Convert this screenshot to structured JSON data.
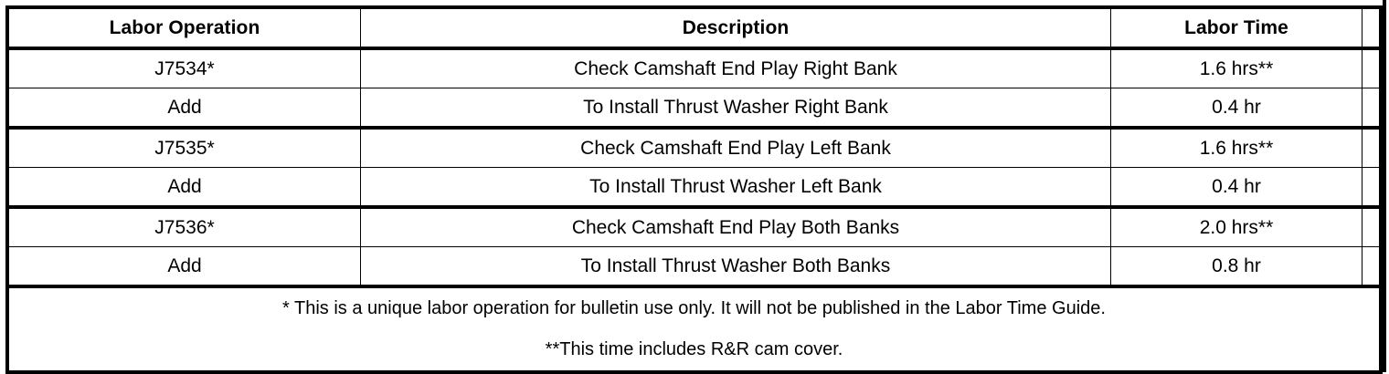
{
  "table": {
    "columns": [
      {
        "key": "operation",
        "label": "Labor Operation"
      },
      {
        "key": "description",
        "label": "Description"
      },
      {
        "key": "time",
        "label": "Labor Time"
      },
      {
        "key": "spacer",
        "label": ""
      }
    ],
    "rows": [
      {
        "operation": "J7534*",
        "description": "Check Camshaft End Play Right Bank",
        "time": "1.6 hrs**",
        "spacer": ""
      },
      {
        "operation": "Add",
        "description": "To Install Thrust Washer Right Bank",
        "time": "0.4 hr",
        "spacer": ""
      },
      {
        "operation": "J7535*",
        "description": "Check Camshaft End Play Left Bank",
        "time": "1.6 hrs**",
        "spacer": ""
      },
      {
        "operation": "Add",
        "description": "To Install Thrust Washer Left Bank",
        "time": "0.4 hr",
        "spacer": ""
      },
      {
        "operation": "J7536*",
        "description": "Check Camshaft End Play Both Banks",
        "time": "2.0 hrs**",
        "spacer": ""
      },
      {
        "operation": "Add",
        "description": "To Install Thrust Washer Both Banks",
        "time": "0.8 hr",
        "spacer": ""
      }
    ],
    "footnotes": [
      "* This is a unique labor operation for bulletin use only. It will not be published in the Labor Time Guide.",
      "**This time includes R&R cam cover."
    ]
  },
  "colors": {
    "border": "#000000",
    "text": "#000000",
    "background": "#ffffff"
  }
}
